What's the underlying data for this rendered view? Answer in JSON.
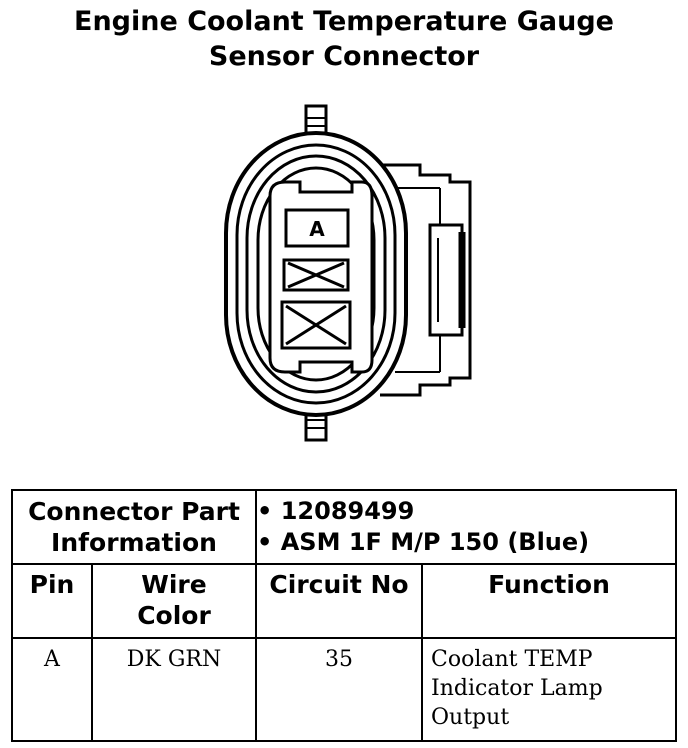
{
  "title": {
    "line1": "Engine Coolant Temperature Gauge",
    "line2": "Sensor Connector"
  },
  "connector": {
    "cavity_label": "A"
  },
  "table": {
    "part_info_label_line1": "Connector Part",
    "part_info_label_line2": "Information",
    "part_numbers": [
      "12089499",
      "ASM 1F M/P 150 (Blue)"
    ],
    "headers": {
      "pin": "Pin",
      "wire_color_line1": "Wire",
      "wire_color_line2": "Color",
      "circuit_no": "Circuit No",
      "function": "Function"
    },
    "rows": [
      {
        "pin": "A",
        "wire_color": "DK GRN",
        "circuit_no": "35",
        "function_lines": [
          "Coolant TEMP",
          "Indicator Lamp",
          "Output"
        ]
      }
    ]
  }
}
